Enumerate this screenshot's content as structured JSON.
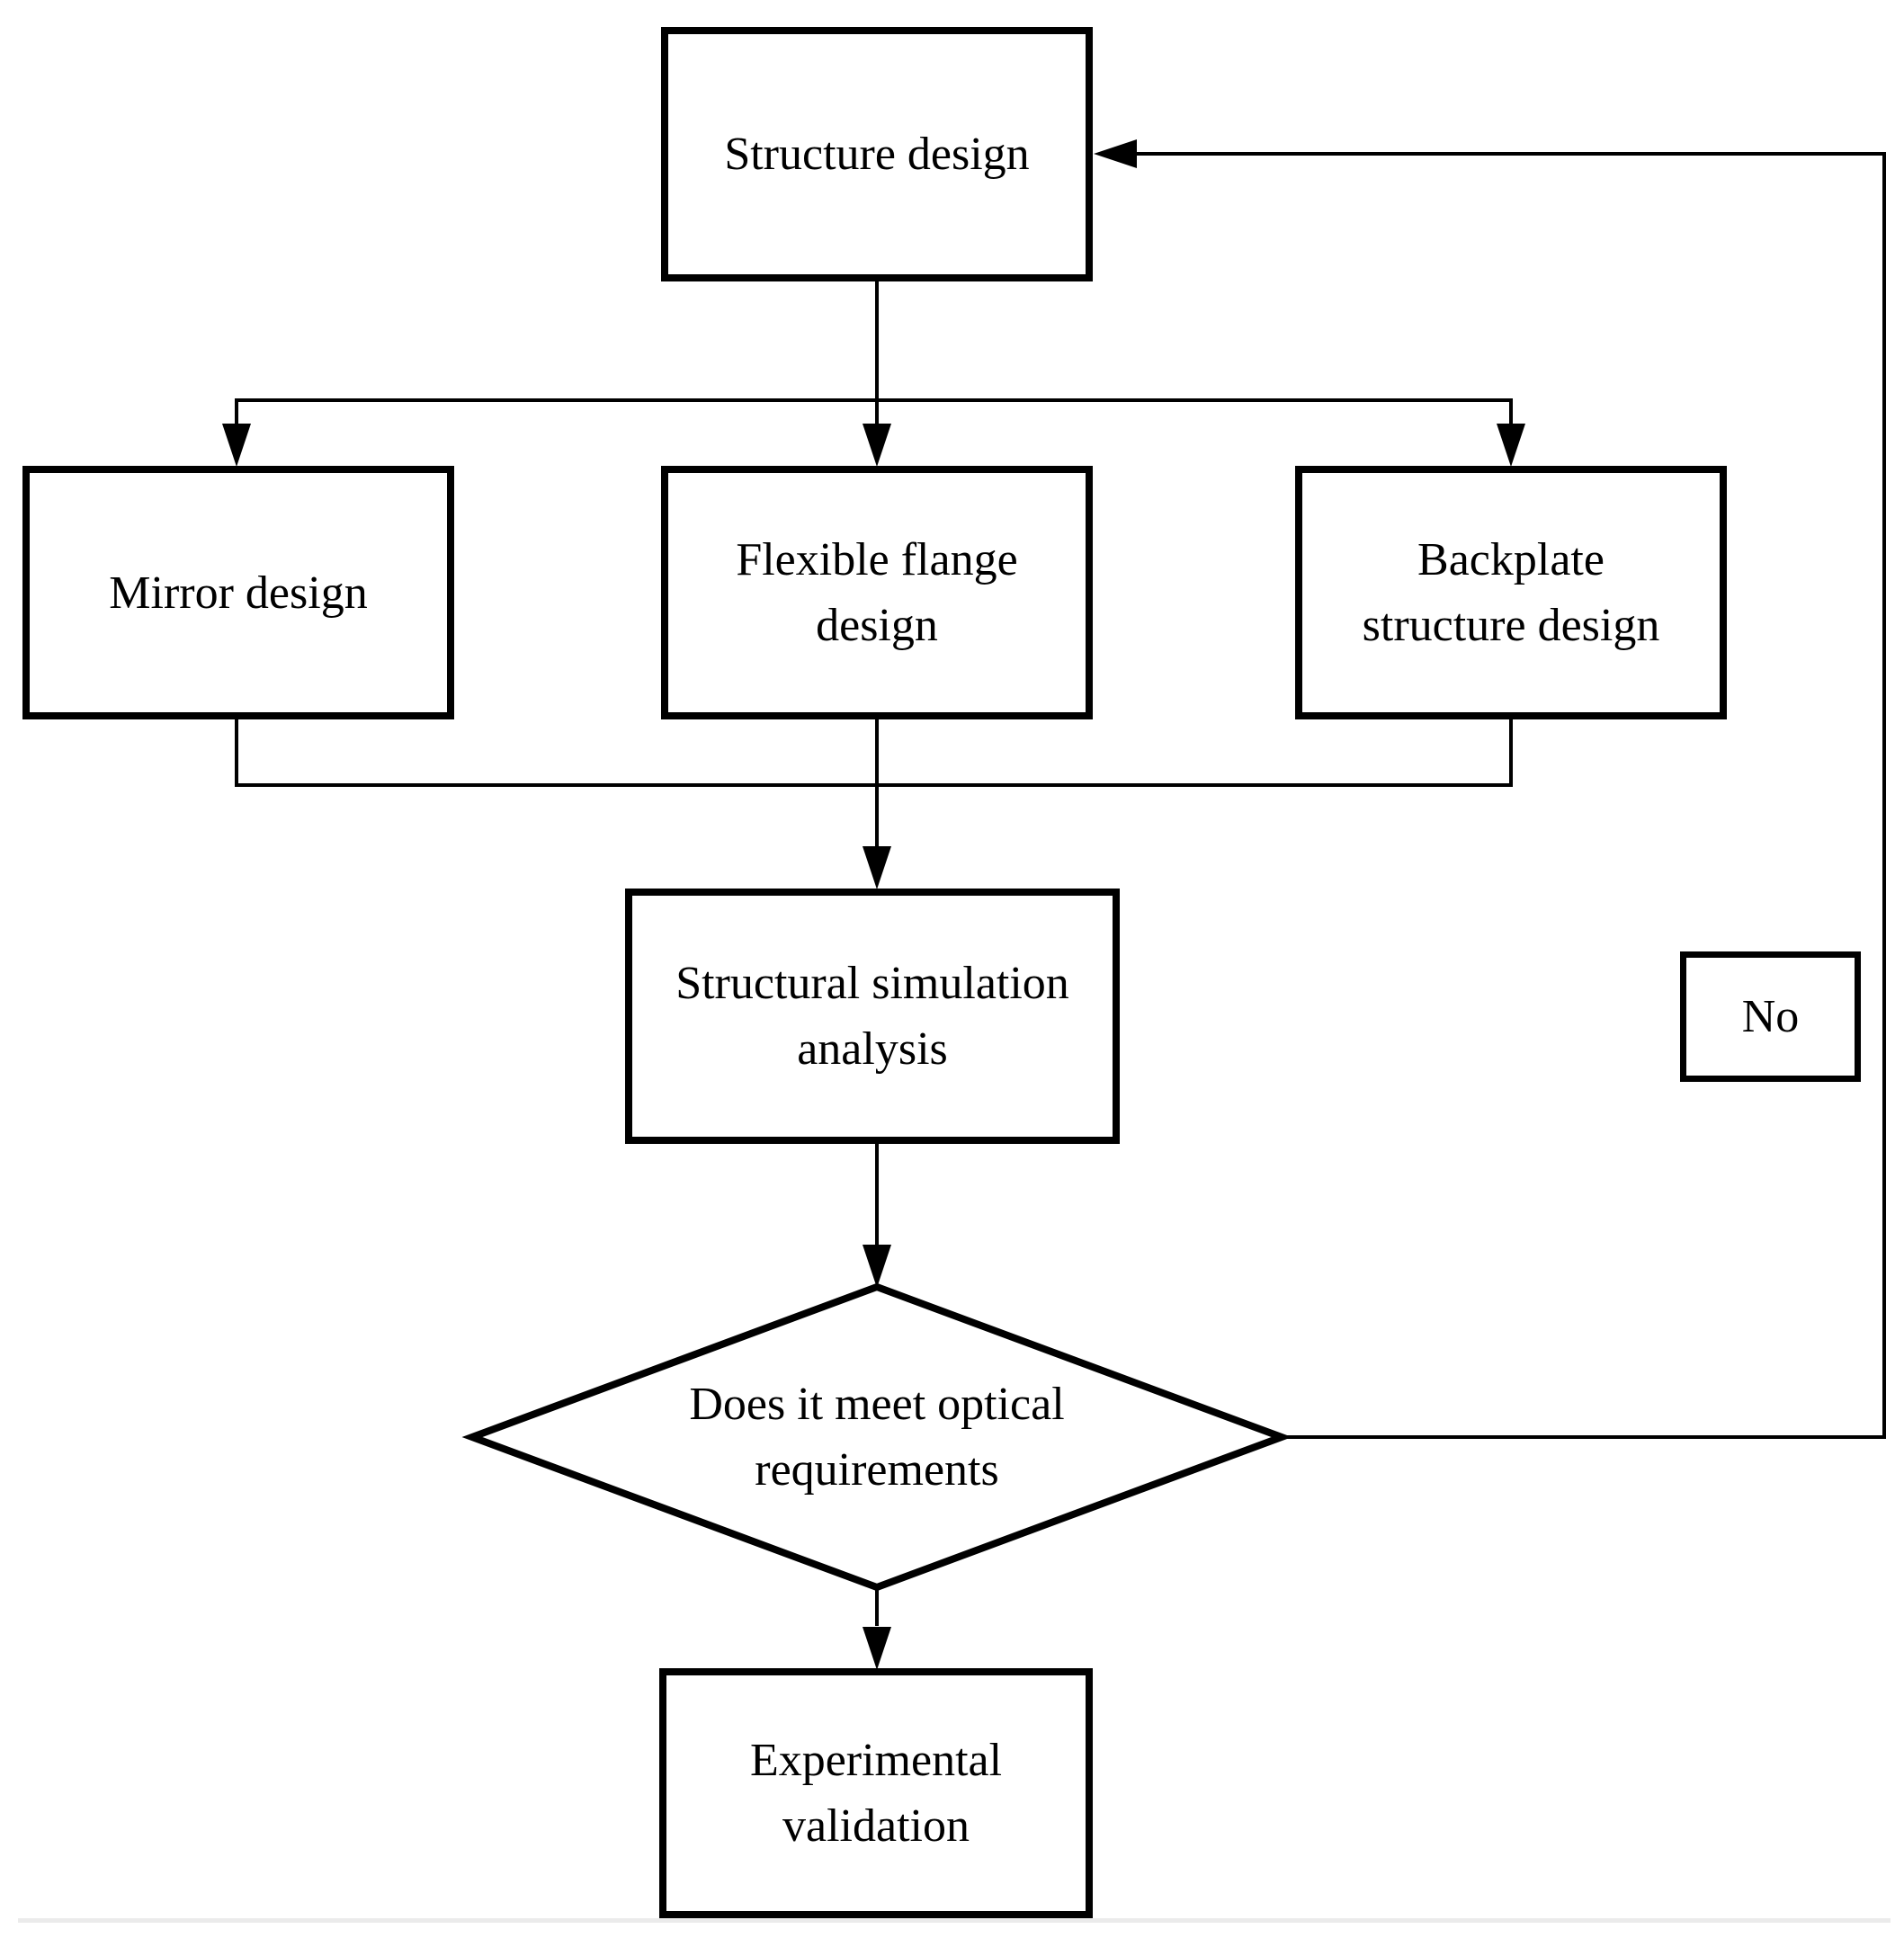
{
  "diagram": {
    "type": "flowchart",
    "nodes": {
      "structure_design": {
        "label": "Structure design",
        "shape": "rectangle"
      },
      "mirror_design": {
        "label": "Mirror design",
        "shape": "rectangle"
      },
      "flexible_flange_design": {
        "label": "Flexible flange\ndesign",
        "shape": "rectangle"
      },
      "backplate_structure_design": {
        "label": "Backplate\nstructure design",
        "shape": "rectangle"
      },
      "structural_simulation_analysis": {
        "label": "Structural simulation\nanalysis",
        "shape": "rectangle"
      },
      "decision": {
        "label": "Does it meet optical\nrequirements",
        "shape": "diamond"
      },
      "experimental_validation": {
        "label": "Experimental\nvalidation",
        "shape": "rectangle"
      },
      "no_tag": {
        "label": "No",
        "shape": "rectangle"
      }
    },
    "edges": [
      {
        "from": "structure_design",
        "to": "mirror_design",
        "label": ""
      },
      {
        "from": "structure_design",
        "to": "flexible_flange_design",
        "label": ""
      },
      {
        "from": "structure_design",
        "to": "backplate_structure_design",
        "label": ""
      },
      {
        "from": "mirror_design",
        "to": "structural_simulation_analysis",
        "label": ""
      },
      {
        "from": "flexible_flange_design",
        "to": "structural_simulation_analysis",
        "label": ""
      },
      {
        "from": "backplate_structure_design",
        "to": "structural_simulation_analysis",
        "label": ""
      },
      {
        "from": "structural_simulation_analysis",
        "to": "decision",
        "label": ""
      },
      {
        "from": "decision",
        "to": "experimental_validation",
        "label": ""
      },
      {
        "from": "decision",
        "to": "structure_design",
        "label": "No"
      }
    ],
    "colors": {
      "stroke": "#000000",
      "background": "#ffffff",
      "text": "#000000",
      "page_divider": "#ebebeb"
    }
  }
}
